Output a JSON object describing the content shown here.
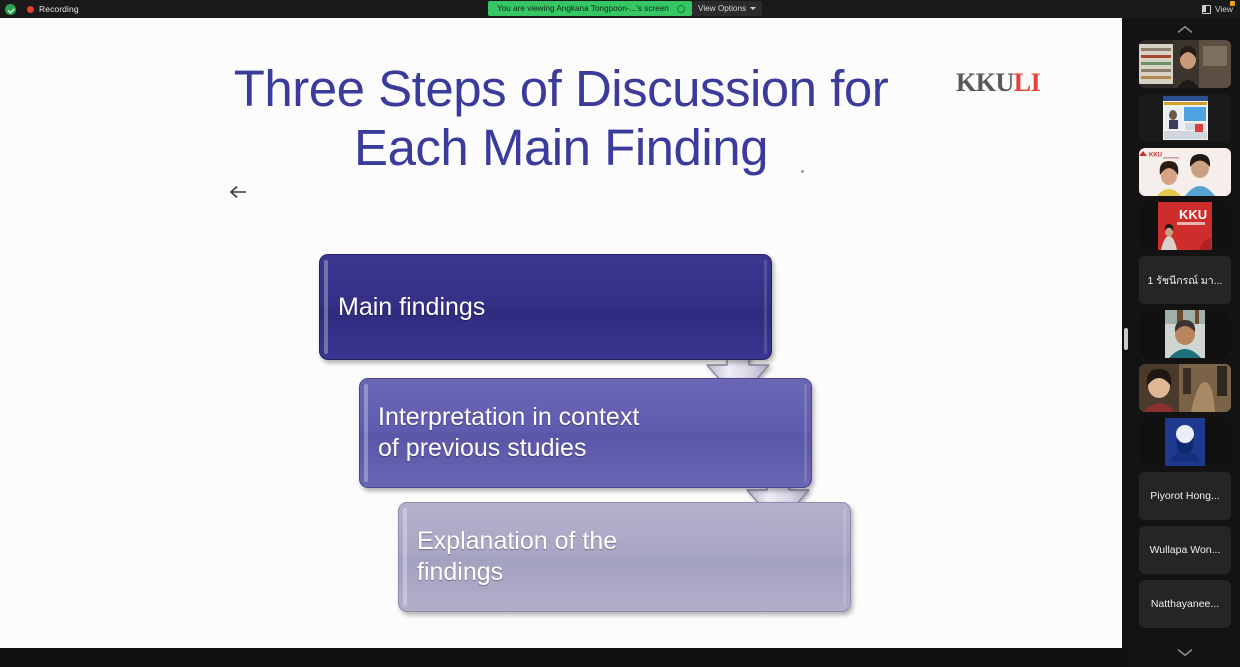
{
  "topbar": {
    "security_icon": "shield-check-icon",
    "recording_label": "Recording",
    "viewing_banner": "You are viewing Angkana Tongpoon-...'s screen",
    "view_options_label": "View Options",
    "view_button_label": "View",
    "view_button_icon": "layout-grid-icon"
  },
  "slide": {
    "title_line1": "Three Steps of Discussion for",
    "title_line2": "Each Main Finding",
    "logo_primary": "KKU",
    "logo_accent": "LI",
    "pointer_icon": "left-arrow-icon",
    "colors": {
      "title": "#3b3b9c",
      "box1": "#343086",
      "box2": "#5f5caf",
      "box3": "#a8a6c4",
      "logo_accent": "#e8413a",
      "slide_background": "#fcfcfc"
    },
    "flow": [
      {
        "label": "Main findings",
        "step": 1
      },
      {
        "label": "Interpretation in context\nof previous studies",
        "step": 2
      },
      {
        "label": "Explanation of the\nfindings",
        "step": 3
      }
    ],
    "flow_text": {
      "box1": "Main findings",
      "box2_line1": "Interpretation in context",
      "box2_line2": "of previous studies",
      "box3_line1": "Explanation of the",
      "box3_line2": "findings"
    },
    "connector_icon": "down-arrow-icon"
  },
  "rail": {
    "scroll_up_icon": "chevron-up-icon",
    "scroll_down_icon": "chevron-down-icon",
    "active_border_color": "#4fd14f",
    "participants": [
      {
        "name": "",
        "type": "video",
        "label": ""
      },
      {
        "name": "",
        "type": "video",
        "label": ""
      },
      {
        "name": "",
        "type": "video",
        "label": ""
      },
      {
        "name": "",
        "type": "video",
        "label": ""
      },
      {
        "name": "1 รัชนีกรณ์ มา...",
        "type": "name",
        "label": "1 รัชนีกรณ์ มา..."
      },
      {
        "name": "",
        "type": "video",
        "label": "",
        "active": true
      },
      {
        "name": "",
        "type": "video",
        "label": ""
      },
      {
        "name": "",
        "type": "video",
        "label": ""
      },
      {
        "name": "Piyorot Hong...",
        "type": "name",
        "label": "Piyorot Hong..."
      },
      {
        "name": "Wullapa Won...",
        "type": "name",
        "label": "Wullapa Won..."
      },
      {
        "name": "Natthayanee...",
        "type": "name",
        "label": "Natthayanee..."
      }
    ]
  }
}
